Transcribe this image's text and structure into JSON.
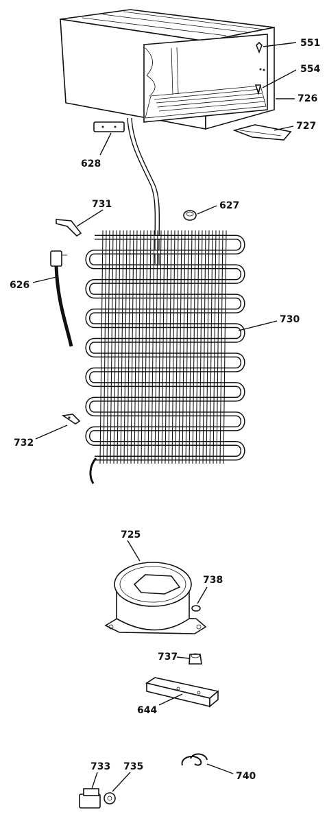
{
  "diagram": {
    "callouts": {
      "c551": "551",
      "c554": "554",
      "c726": "726",
      "c727": "727",
      "c628": "628",
      "c627": "627",
      "c731": "731",
      "c626": "626",
      "c730": "730",
      "c732": "732",
      "c725": "725",
      "c738": "738",
      "c737": "737",
      "c644": "644",
      "c733": "733",
      "c735": "735",
      "c740": "740"
    },
    "colors": {
      "ink": "#111111",
      "paper": "#ffffff"
    }
  }
}
